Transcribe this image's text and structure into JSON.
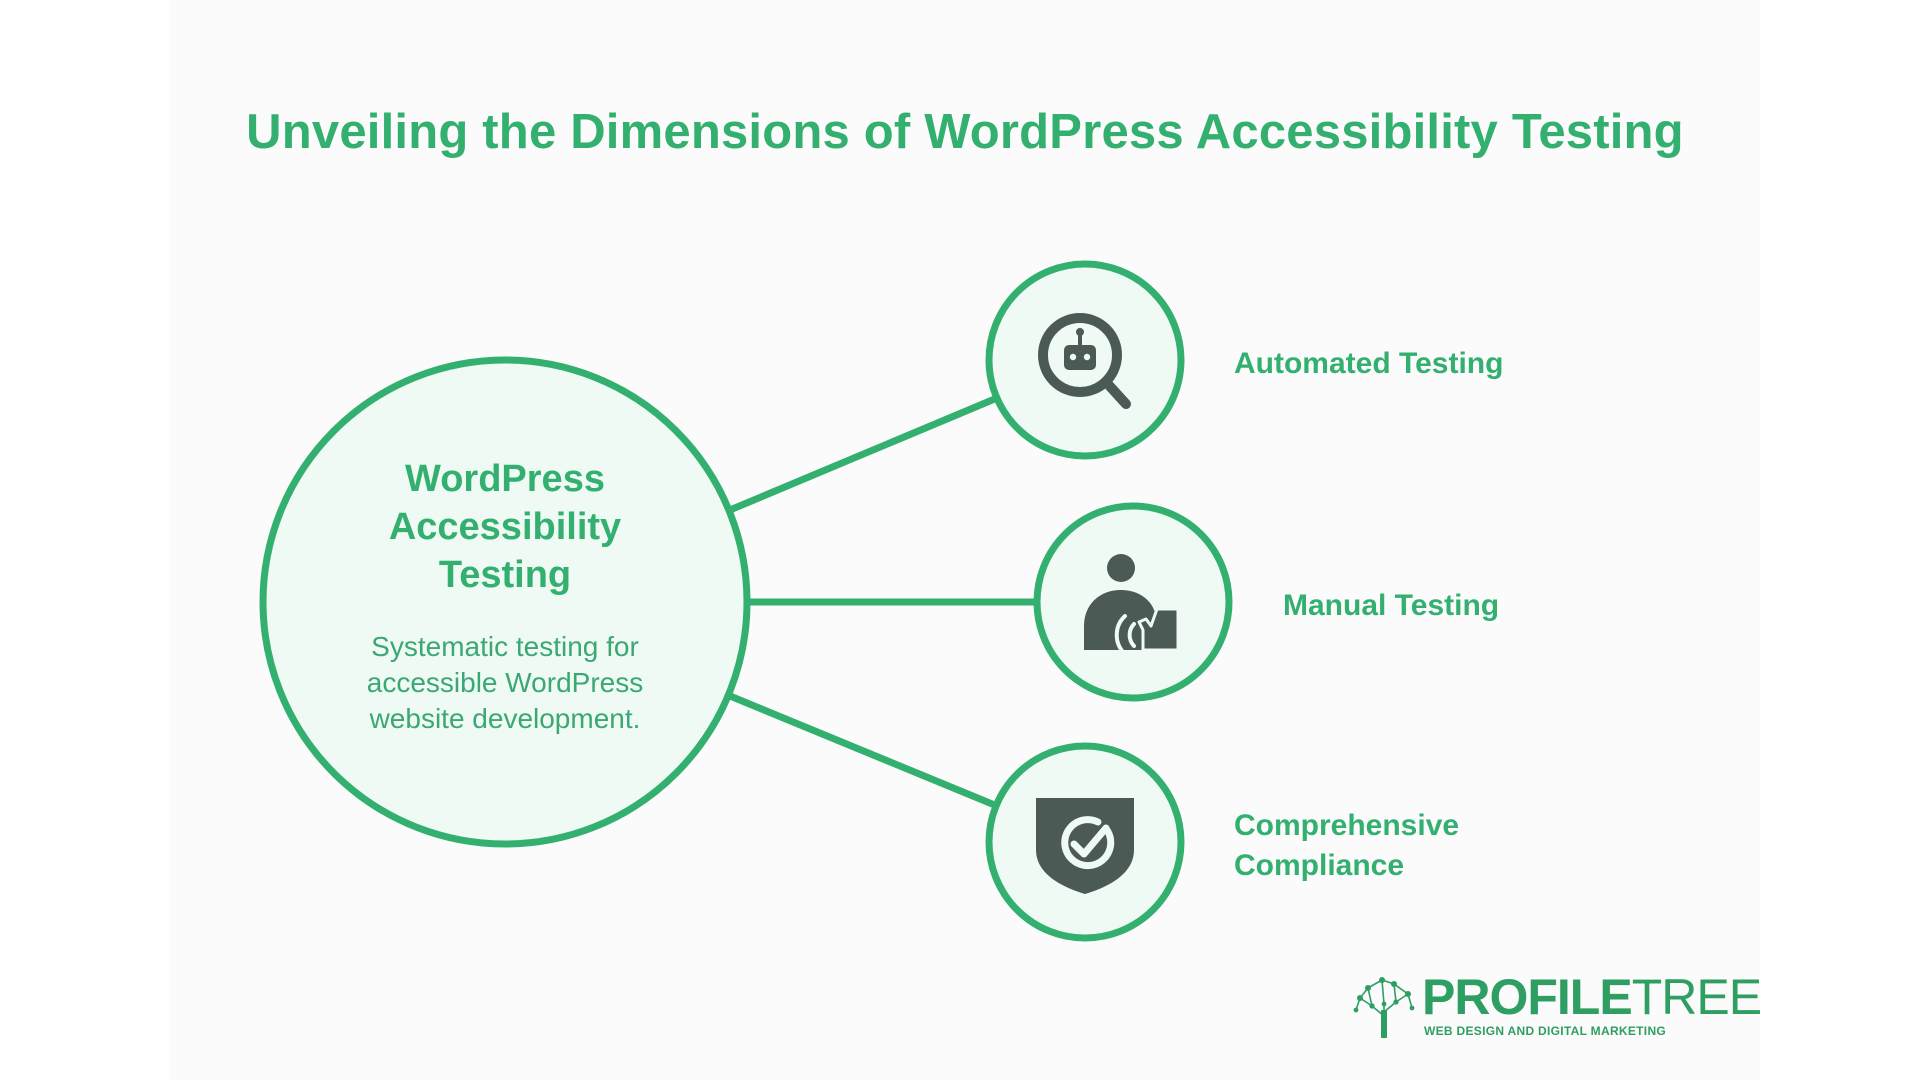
{
  "title": "Unveiling the Dimensions of WordPress Accessibility Testing",
  "center": {
    "title_lines": [
      "WordPress",
      "Accessibility",
      "Testing"
    ],
    "description_lines": [
      "Systematic testing for",
      "accessible WordPress",
      "website development."
    ]
  },
  "branches": [
    {
      "label_lines": [
        "Automated Testing"
      ],
      "icon": "robot-magnifier-icon"
    },
    {
      "label_lines": [
        "Manual Testing"
      ],
      "icon": "person-hand-icon"
    },
    {
      "label_lines": [
        "Comprehensive",
        "Compliance"
      ],
      "icon": "shield-check-icon"
    }
  ],
  "logo": {
    "name_bold": "PROFILE",
    "name_light": "TREE",
    "tagline": "WEB DESIGN AND DIGITAL MARKETING"
  },
  "colors": {
    "accent": "#33b06f",
    "circle_fill": "#eefaf3",
    "icon": "#4b5a55"
  }
}
